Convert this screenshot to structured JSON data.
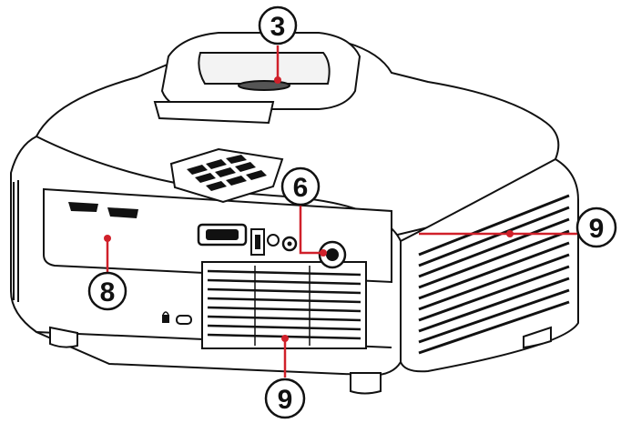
{
  "colors": {
    "outline": "#111111",
    "body_fill": "#ffffff",
    "callout_line": "#d0202a",
    "callout_dot": "#d0202a",
    "callout_circle_stroke": "#111111"
  },
  "callouts": [
    {
      "id": "lens-callout",
      "label": "3"
    },
    {
      "id": "io-callout",
      "label": "6"
    },
    {
      "id": "panel-callout",
      "label": "8"
    },
    {
      "id": "side-vent-callout",
      "label": "9"
    },
    {
      "id": "front-vent-callout",
      "label": "9"
    }
  ],
  "icons": {
    "lock": "kensington-lock-icon",
    "hdmi": "hdmi-port-icon",
    "vga": "vga-port-icon",
    "usb": "usb-port-icon",
    "audio": "audio-jack-icon",
    "power": "power-socket-icon",
    "keypad": "control-keypad-icon"
  }
}
